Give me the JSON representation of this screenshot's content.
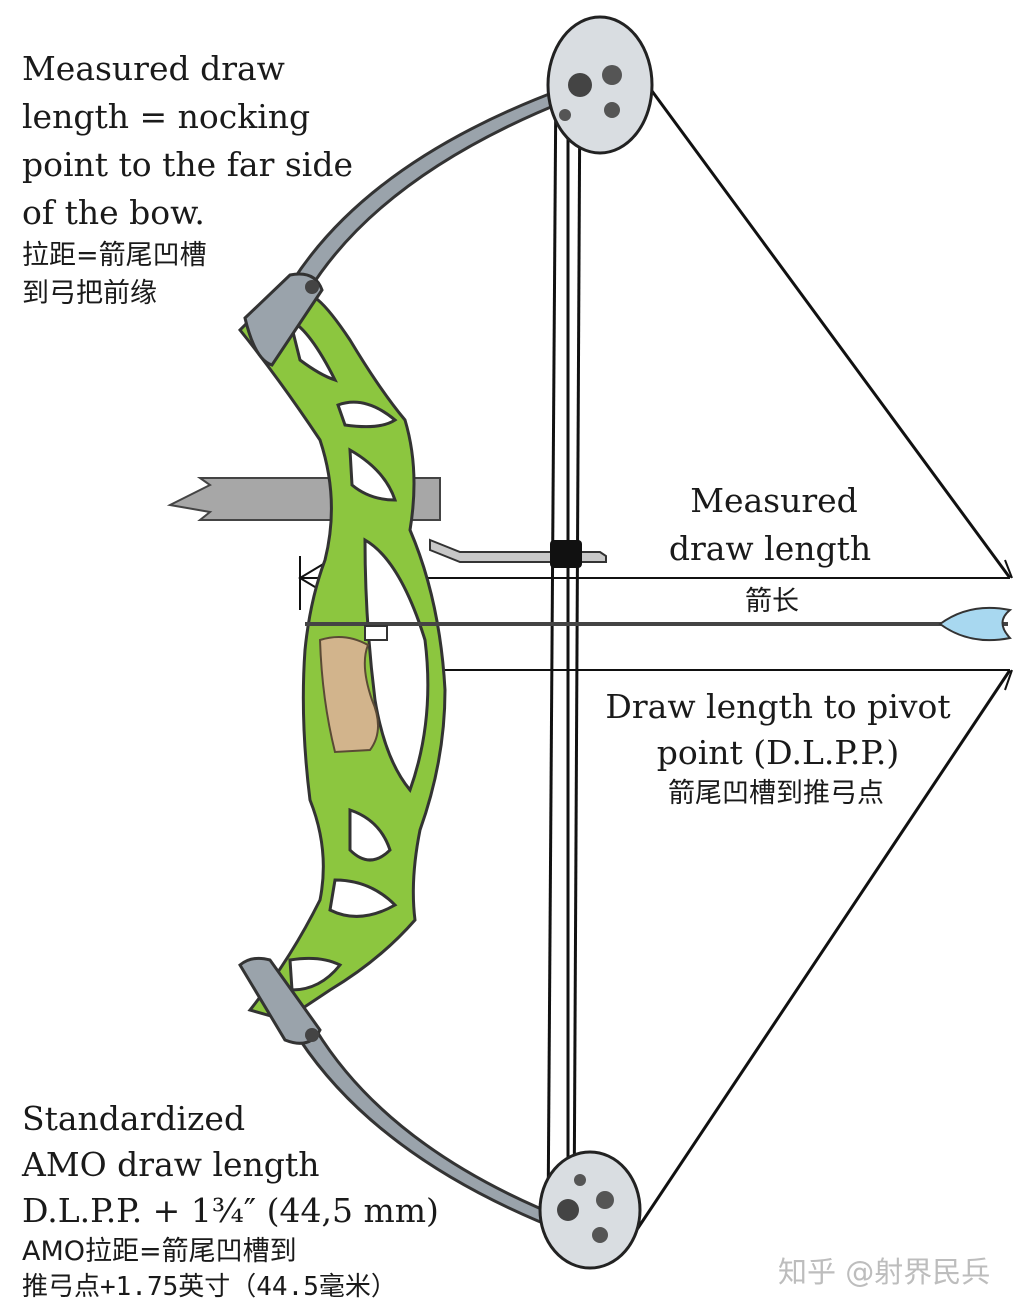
{
  "colors": {
    "riser": "#8cc63f",
    "riser_dark": "#5f8f2a",
    "grip": "#d2b48c",
    "limb": "#9aa3ab",
    "cam": "#d9dde1",
    "string": "#111111",
    "arrow_fletch": "#a8d8f0",
    "watermark": "#bdbdbd"
  },
  "labels": {
    "measured_draw_en": [
      "Measured draw",
      "length = nocking",
      "point to the far side",
      "of the bow."
    ],
    "measured_draw_zh": [
      "拉距=箭尾凹槽",
      "到弓把前缘"
    ],
    "measured_draw_length_en": [
      "Measured",
      "draw length"
    ],
    "arrow_length_zh": "箭长",
    "dlpp_en": [
      "Draw length to pivot",
      "point (D.L.P.P.)"
    ],
    "dlpp_zh": "箭尾凹槽到推弓点",
    "amo_en": [
      "Standardized",
      "AMO draw length",
      "D.L.P.P. + 1¾″ (44,5 mm)"
    ],
    "amo_zh": [
      "AMO拉距=箭尾凹槽到",
      "推弓点+1.75英寸（44.5毫米）"
    ]
  },
  "watermark": "知乎 @射界民兵"
}
